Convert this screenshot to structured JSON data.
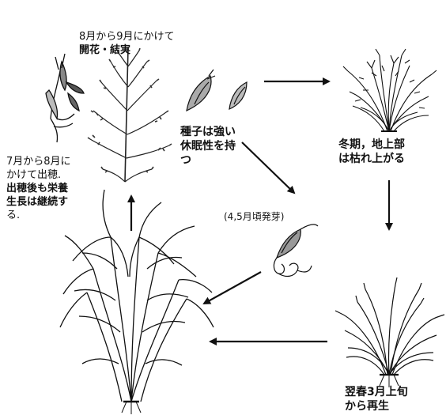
{
  "title": "",
  "labels": {
    "flowering": [
      "8月から9月にかけて",
      "開花・結実"
    ],
    "seed_dormancy": [
      "種子は強い",
      "休眠性を持",
      "つ"
    ],
    "winter": [
      "冬期，地上部",
      "は枯れ上がる"
    ],
    "heading": [
      "7月から8月に",
      "かけて出穂.",
      "出穂後も栄養",
      "生長は継続す",
      "る."
    ],
    "germination": "(4,5月頃発芽)",
    "regrowth": [
      "翌春3月上旬",
      "から再生"
    ]
  },
  "colors": {
    "ink": "#111111",
    "background": "#ffffff"
  }
}
